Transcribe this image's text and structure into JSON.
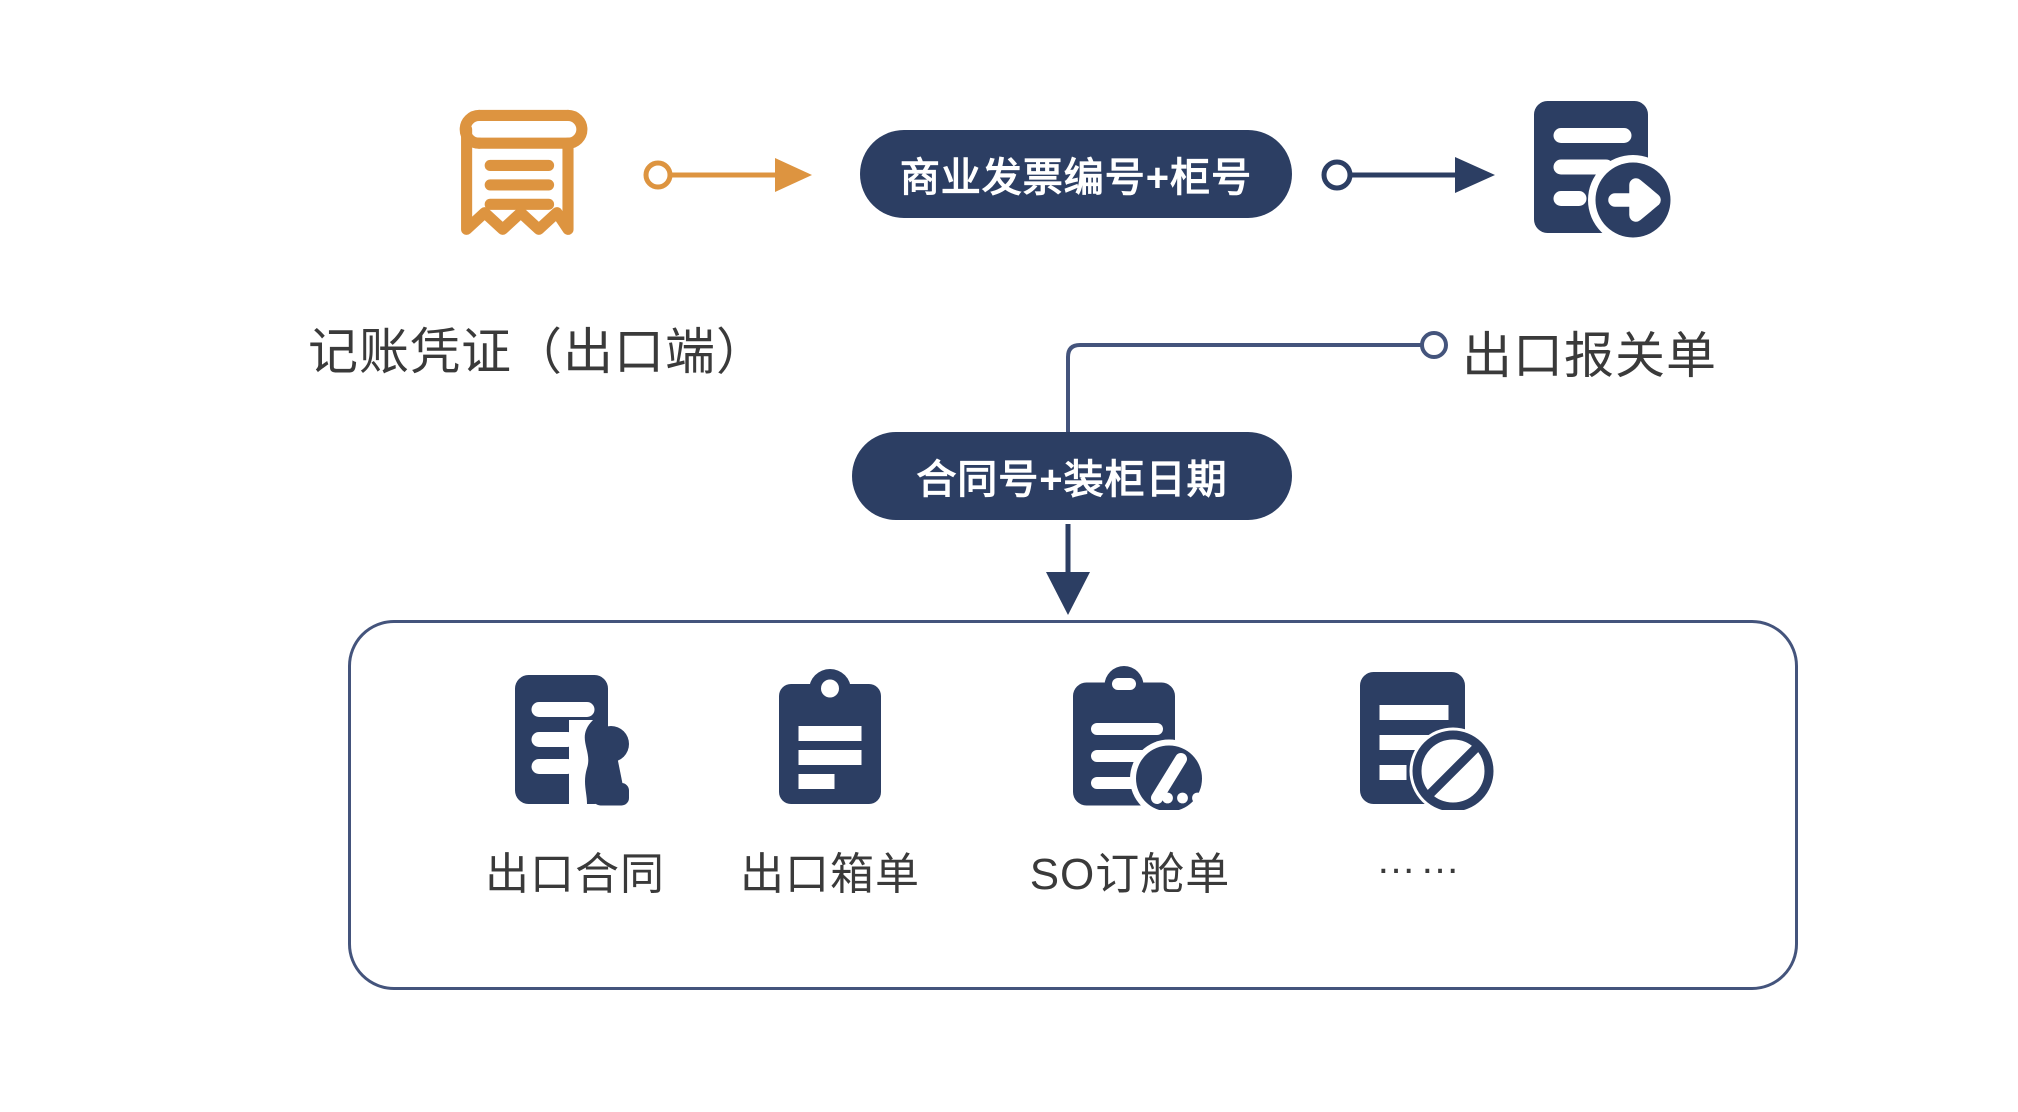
{
  "diagram": {
    "title_text": "",
    "colors": {
      "navy": "#2c3e63",
      "orange": "#dd9440",
      "box_border": "#44547c",
      "text": "#3a3a3a",
      "background": "#ffffff"
    },
    "nodes": {
      "source_label": "记账凭证（出口端）",
      "source_icon": "receipt-icon",
      "target_label": "出口报关单",
      "target_icon": "document-export-icon"
    },
    "pills": [
      {
        "id": "invoice-key",
        "label": "商业发票编号+柜号"
      },
      {
        "id": "contract-key",
        "label": "合同号+装柜日期"
      }
    ],
    "connectors": [
      {
        "id": "orange-connector",
        "color": "#dd9440",
        "style": "circle-to-arrow",
        "direction": "right"
      },
      {
        "id": "navy-connector",
        "color": "#2c3e63",
        "style": "circle-to-arrow",
        "direction": "right"
      },
      {
        "id": "elbow-connector",
        "color": "#44547c",
        "style": "elbow-with-endpoint-circle"
      },
      {
        "id": "down-arrow-connector",
        "color": "#2c3e63",
        "style": "arrow",
        "direction": "down"
      }
    ],
    "document_group": {
      "items": [
        {
          "label": "出口合同",
          "icon": "contract-stamp-icon"
        },
        {
          "label": "出口箱单",
          "icon": "clipboard-icon"
        },
        {
          "label": "SO订舱单",
          "icon": "clipboard-edit-icon"
        },
        {
          "label": "……",
          "icon": "document-blocked-icon"
        }
      ]
    }
  }
}
